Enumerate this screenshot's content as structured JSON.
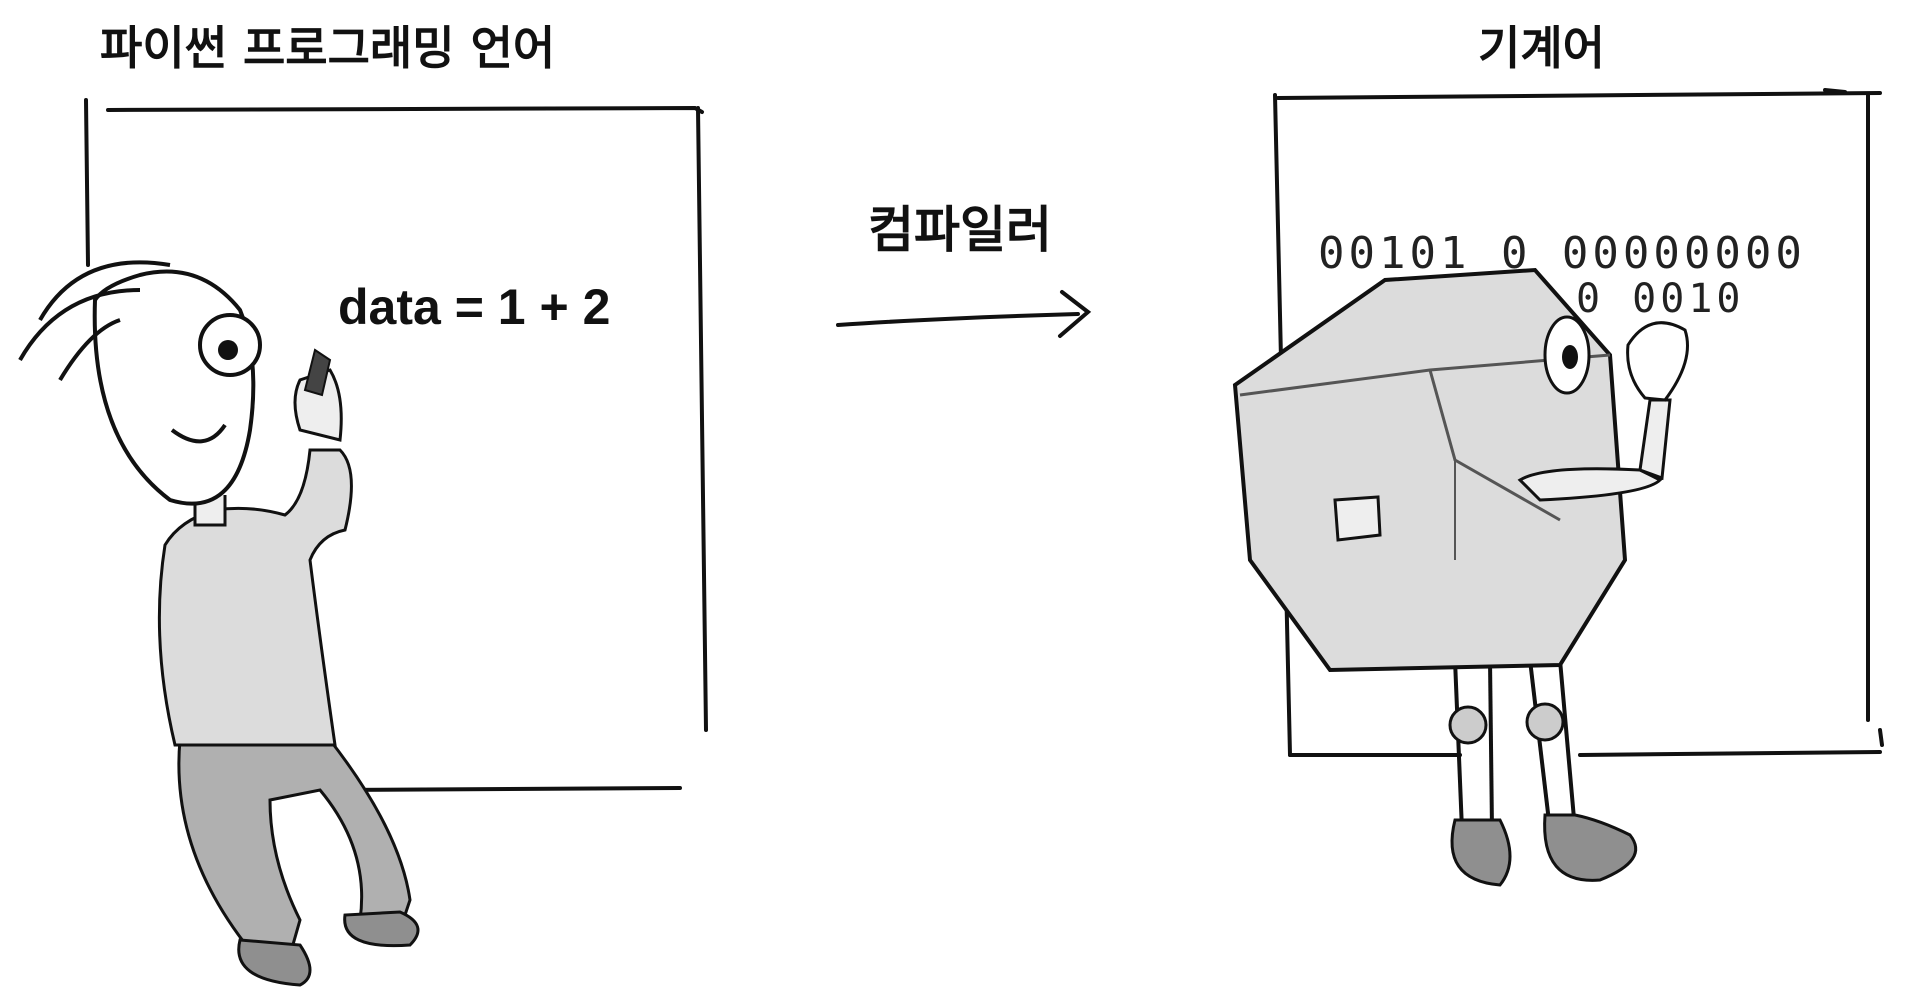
{
  "left_panel": {
    "title": "파이썬 프로그래밍 언어",
    "code": "data = 1 + 2"
  },
  "arrow": {
    "label": "컴파일러"
  },
  "right_panel": {
    "title": "기계어",
    "binary_line1": "00101 0 00000000",
    "binary_line2": "0 0010"
  },
  "colors": {
    "ink": "#111111",
    "shade_light": "#dcdcdc",
    "shade_mid": "#b5b5b5",
    "shade_dark": "#8f8f8f",
    "background": "#ffffff"
  }
}
